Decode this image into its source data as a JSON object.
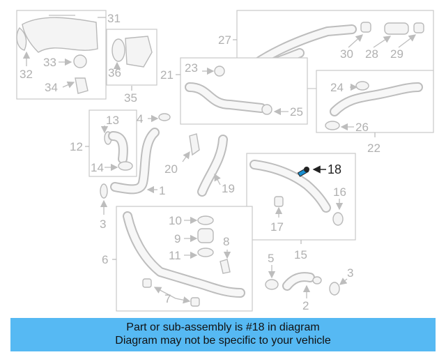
{
  "diagram": {
    "highlight_color": "#222222",
    "part_color": "#b9b9b9",
    "callouts": [
      {
        "label": "31"
      },
      {
        "label": "32"
      },
      {
        "label": "33"
      },
      {
        "label": "34"
      },
      {
        "label": "35"
      },
      {
        "label": "36"
      },
      {
        "label": "27"
      },
      {
        "label": "30"
      },
      {
        "label": "28"
      },
      {
        "label": "29"
      },
      {
        "label": "21"
      },
      {
        "label": "23"
      },
      {
        "label": "25"
      },
      {
        "label": "22"
      },
      {
        "label": "24"
      },
      {
        "label": "26"
      },
      {
        "label": "12"
      },
      {
        "label": "13"
      },
      {
        "label": "14"
      },
      {
        "label": "4"
      },
      {
        "label": "1"
      },
      {
        "label": "3"
      },
      {
        "label": "20"
      },
      {
        "label": "19"
      },
      {
        "label": "18"
      },
      {
        "label": "16"
      },
      {
        "label": "17"
      },
      {
        "label": "15"
      },
      {
        "label": "6"
      },
      {
        "label": "10"
      },
      {
        "label": "9"
      },
      {
        "label": "11"
      },
      {
        "label": "8"
      },
      {
        "label": "7"
      },
      {
        "label": "5"
      },
      {
        "label": "2"
      },
      {
        "label": "3"
      }
    ]
  },
  "banner": {
    "color": "#56b9f3",
    "line1": "Part or sub-assembly is #18 in diagram",
    "line2": "Diagram may not be specific to your vehicle"
  }
}
